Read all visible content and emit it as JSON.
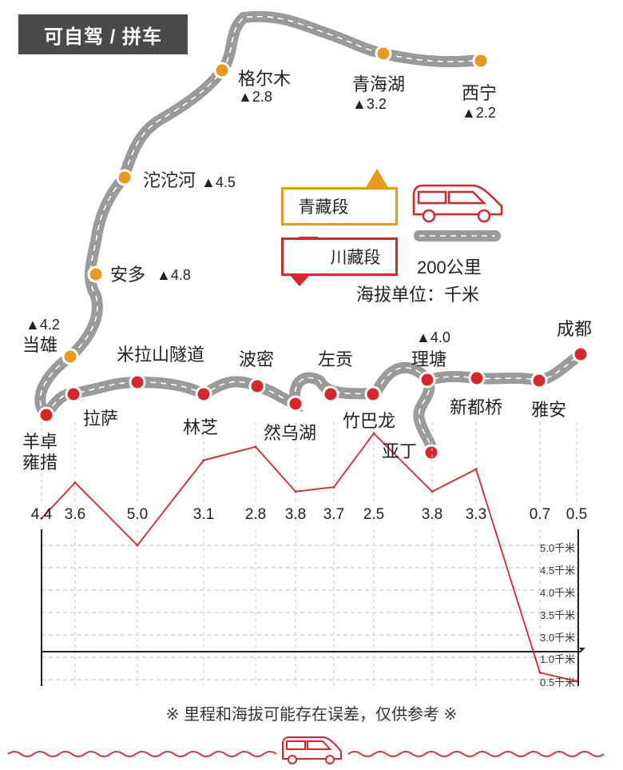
{
  "header": {
    "tag": "可自驾 / 拼车"
  },
  "stops": [
    {
      "id": "xining",
      "name": "西宁",
      "elev": "▲2.2",
      "kind": "qingzang"
    },
    {
      "id": "qinghaihu",
      "name": "青海湖",
      "elev": "▲3.2",
      "kind": "qingzang"
    },
    {
      "id": "geermu",
      "name": "格尔木",
      "elev": "▲2.8",
      "kind": "qingzang"
    },
    {
      "id": "tuotuohe",
      "name": "沱沱河",
      "elev": "▲4.5",
      "kind": "qingzang"
    },
    {
      "id": "anduo",
      "name": "安多",
      "elev": "▲4.8",
      "kind": "qingzang"
    },
    {
      "id": "dangxiong",
      "name": "当雄",
      "elev": "▲4.2",
      "kind": "qingzang"
    },
    {
      "id": "yangzhuo",
      "name": "羊卓\n雍措",
      "kind": "chuanzang"
    },
    {
      "id": "lasa",
      "name": "拉萨",
      "kind": "chuanzang"
    },
    {
      "id": "milashan",
      "name": "米拉山隧道",
      "kind": "chuanzang"
    },
    {
      "id": "linzhi",
      "name": "林芝",
      "kind": "chuanzang"
    },
    {
      "id": "bomi",
      "name": "波密",
      "kind": "chuanzang"
    },
    {
      "id": "ranwuhu",
      "name": "然乌湖",
      "kind": "chuanzang"
    },
    {
      "id": "zuogong",
      "name": "左贡",
      "kind": "chuanzang"
    },
    {
      "id": "zhubalong",
      "name": "竹巴龙",
      "kind": "chuanzang"
    },
    {
      "id": "litang",
      "name": "理塘",
      "elev": "▲4.0",
      "kind": "chuanzang"
    },
    {
      "id": "yading",
      "name": "亚丁",
      "kind": "chuanzang"
    },
    {
      "id": "xinduqiao",
      "name": "新都桥",
      "kind": "chuanzang"
    },
    {
      "id": "yaan",
      "name": "雅安",
      "kind": "chuanzang"
    },
    {
      "id": "chengdu",
      "name": "成都",
      "kind": "chuanzang"
    }
  ],
  "legend": {
    "qingzang_label": "青藏段",
    "chuanzang_label": "川藏段",
    "distance_label": "200公里",
    "unit_label": "海拔单位：千米"
  },
  "chart_data": {
    "type": "line",
    "title": "",
    "xlabel": "",
    "ylabel": "",
    "categories": [
      "羊卓雍措",
      "拉萨",
      "米拉山隧道",
      "林芝",
      "波密",
      "然乌湖",
      "左贡",
      "竹巴龙",
      "理塘",
      "新都桥",
      "雅安",
      "成都"
    ],
    "top_values": [
      "4.4",
      "3.6",
      "5.0",
      "3.1",
      "2.8",
      "3.8",
      "3.7",
      "2.5",
      "3.8",
      "3.3",
      "0.7",
      "0.5"
    ],
    "values": [
      4.4,
      3.6,
      5.0,
      3.1,
      2.8,
      3.8,
      3.7,
      2.5,
      3.8,
      3.3,
      0.7,
      0.5
    ],
    "y_ticks": [
      "5.0千米",
      "4.5千米",
      "4.0千米",
      "3.5千米",
      "3.0千米",
      "1.0千米",
      "0.5千米"
    ],
    "axis_break": "y between 1.0 and 3.0",
    "grid": true,
    "colors": {
      "line": "#d9262b"
    }
  },
  "footer": {
    "note": "※ 里程和海拔可能存在误差，仅供参考 ※"
  },
  "colors": {
    "qingzang": "#e89a1c",
    "chuanzang": "#d9262b",
    "road": "#9a9a9a",
    "tag_bg": "#4a4a4a"
  }
}
